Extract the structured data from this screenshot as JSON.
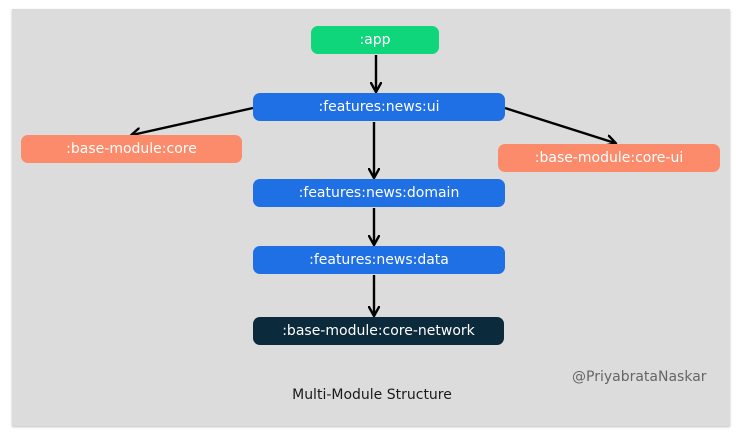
{
  "diagram": {
    "title": "Multi-Module Structure",
    "watermark": "@PriyabrataNaskar",
    "nodes": [
      {
        "id": "app",
        "label": ":app",
        "color": "#0fd67a"
      },
      {
        "id": "ui",
        "label": ":features:news:ui",
        "color": "#1f6fe5"
      },
      {
        "id": "core",
        "label": ":base-module:core",
        "color": "#fb8b6a"
      },
      {
        "id": "coreui",
        "label": ":base-module:core-ui",
        "color": "#fb8b6a"
      },
      {
        "id": "domain",
        "label": ":features:news:domain",
        "color": "#1f6fe5"
      },
      {
        "id": "data",
        "label": ":features:news:data",
        "color": "#1f6fe5"
      },
      {
        "id": "network",
        "label": ":base-module:core-network",
        "color": "#0b2a3b"
      }
    ],
    "edges": [
      {
        "from": "app",
        "to": "ui"
      },
      {
        "from": "ui",
        "to": "core"
      },
      {
        "from": "ui",
        "to": "coreui"
      },
      {
        "from": "ui",
        "to": "domain"
      },
      {
        "from": "domain",
        "to": "data"
      },
      {
        "from": "data",
        "to": "network"
      }
    ]
  }
}
